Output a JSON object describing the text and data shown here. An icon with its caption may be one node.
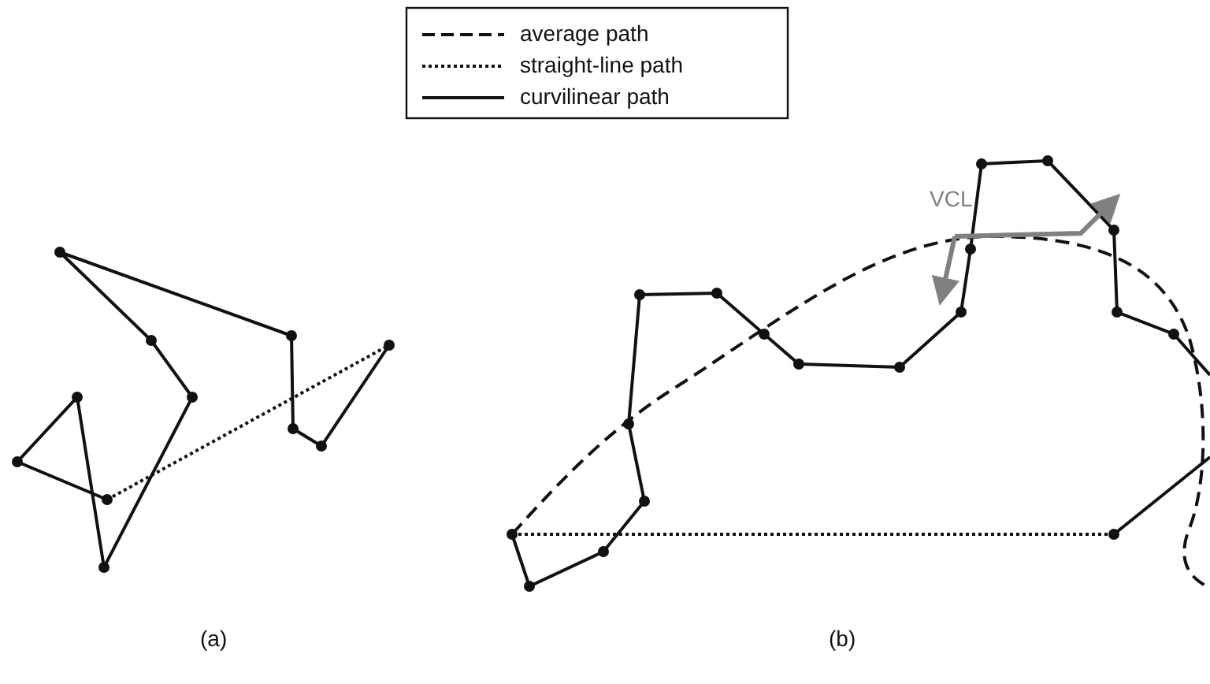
{
  "diagram": {
    "labels": [
      "VCL",
      "(a)",
      "(b)"
    ],
    "legend": [
      {
        "text": "average path"
      },
      {
        "text": "straight-line path"
      },
      {
        "text": "curvilinear path"
      }
    ]
  }
}
